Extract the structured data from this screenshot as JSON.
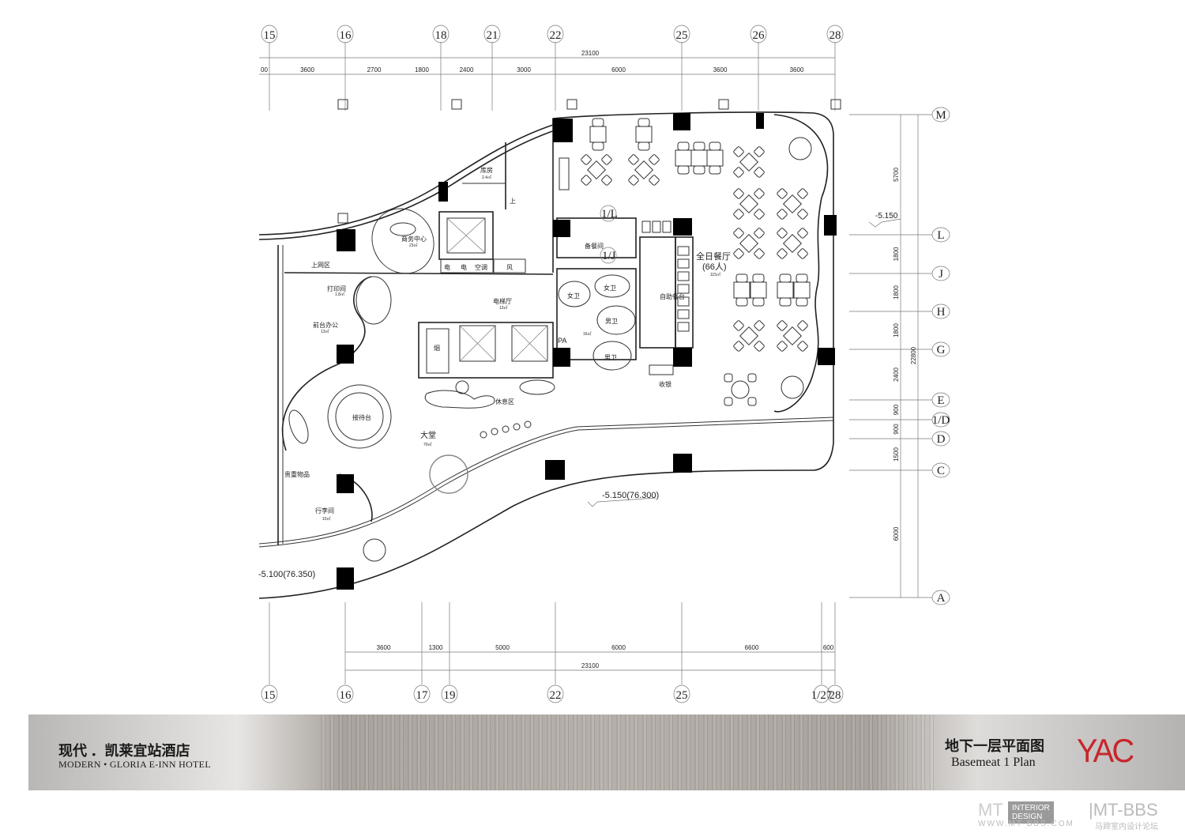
{
  "axes": {
    "top": [
      "15",
      "16",
      "18",
      "21",
      "22",
      "25",
      "26",
      "28"
    ],
    "bottom": [
      "15",
      "16",
      "17",
      "19",
      "22",
      "25",
      "1/27",
      "28"
    ],
    "right": [
      "M",
      "L",
      "J",
      "H",
      "G",
      "E",
      "1/D",
      "D",
      "C",
      "A"
    ]
  },
  "dimensions": {
    "top_segments": [
      "00",
      "3600",
      "2700",
      "1800",
      "2400",
      "3000",
      "6000",
      "3600",
      "3600"
    ],
    "top_total": "23100",
    "bottom_segments": [
      "3600",
      "1300",
      "5000",
      "6000",
      "6600",
      "600"
    ],
    "bottom_total": "23100",
    "right_segments": [
      "5700",
      "1800",
      "1800",
      "1800",
      "2400",
      "900",
      "900",
      "1500",
      "6000"
    ],
    "right_total": "22800"
  },
  "elevations": {
    "upper_right": "-5.150",
    "lobby_entry": "-5.150(76.300)",
    "lower_left": "-5.100(76.350)"
  },
  "rooms": {
    "storage": "库房",
    "storage_area": "2.4㎡",
    "business_center": "商务中心",
    "business_center_area": "23㎡",
    "internet_area": "上网区",
    "print_room": "打印间",
    "print_room_area": "1.8㎡",
    "front_office": "前台办公",
    "front_office_area": "13㎡",
    "elevator_hall": "电梯厅",
    "elevator_hall_area": "13㎡",
    "smoke_shaft": "烟",
    "elec1": "电",
    "elec2": "电",
    "hvac": "空调",
    "vent": "风",
    "stair_up": "上",
    "pantry": "备餐间",
    "women_wc1": "女卫",
    "women_wc2": "女卫",
    "men_wc1": "男卫",
    "men_wc2": "男卫",
    "wc_area": "16㎡",
    "pa": "PA",
    "buffet": "自助餐台",
    "restaurant": "全日餐厅",
    "restaurant_capacity": "(66人)",
    "restaurant_area": "115㎡",
    "cashier": "收银",
    "reception": "接待台",
    "lounge": "休息区",
    "lobby": "大堂",
    "lobby_area": "70㎡",
    "valuables": "贵重物品",
    "luggage": "行李间",
    "luggage_area": "10㎡",
    "sub_axis_1l": "1/L",
    "sub_axis_1j": "1/J"
  },
  "titlebar": {
    "project_cn": "现代 ．凯莱宜站酒店",
    "project_en": "MODERN • GLORIA E-INN  HOTEL",
    "plan_cn": "地下一层平面图",
    "plan_en": "Basemeat 1 Plan",
    "logo": "YAC"
  },
  "watermark": {
    "mt": "MT",
    "badge": "INTERIOR DESIGN",
    "bbs": "|MT-BBS",
    "url": "WWW.MT-BBS.COM",
    "cn": "马蹄室内设计论坛"
  },
  "colors": {
    "logo": "#c8262b",
    "lines": "#222222",
    "columns": "#000000"
  }
}
